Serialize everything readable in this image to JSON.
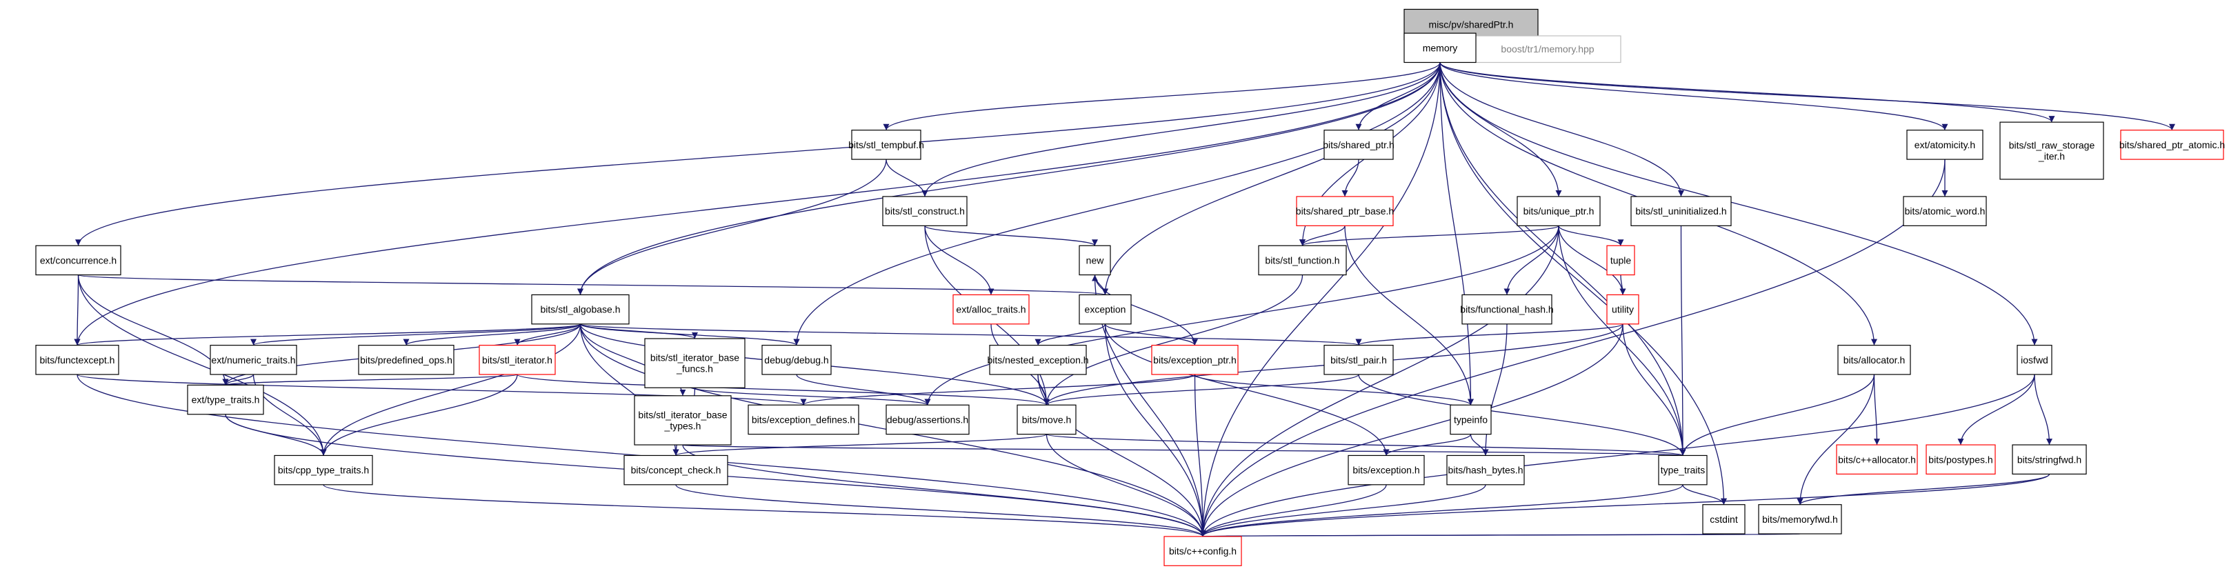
{
  "diagram": {
    "colors": {
      "edge": "#191970",
      "edge_light": "#a0a0a0",
      "node_border": "#000000",
      "node_missing_border": "#ff0000",
      "node_external_border": "#bfbfbf",
      "node_external_text": "#808080",
      "root_fill": "#bfbfbf",
      "node_fill": "#ffffff",
      "text": "#000000"
    },
    "nodes": [
      {
        "id": "root",
        "label": "misc/pv/sharedPtr.h",
        "style": "root"
      },
      {
        "id": "boost",
        "label": "boost/tr1/memory.hpp",
        "style": "external"
      },
      {
        "id": "memory",
        "label": "memory",
        "style": "normal"
      },
      {
        "id": "tempbuf",
        "label": "bits/stl_tempbuf.h",
        "style": "normal"
      },
      {
        "id": "sharedptrh",
        "label": "bits/shared_ptr.h",
        "style": "normal"
      },
      {
        "id": "atomicity",
        "label": "ext/atomicity.h",
        "style": "normal"
      },
      {
        "id": "rawstorage",
        "label": "bits/stl_raw_storage\n_iter.h",
        "style": "normal"
      },
      {
        "id": "sharedatomic",
        "label": "bits/shared_ptr_atomic.h",
        "style": "missing"
      },
      {
        "id": "construct",
        "label": "bits/stl_construct.h",
        "style": "normal"
      },
      {
        "id": "sharedbase",
        "label": "bits/shared_ptr_base.h",
        "style": "missing"
      },
      {
        "id": "uniqueptr",
        "label": "bits/unique_ptr.h",
        "style": "normal"
      },
      {
        "id": "uninit",
        "label": "bits/stl_uninitialized.h",
        "style": "normal"
      },
      {
        "id": "atomicword",
        "label": "bits/atomic_word.h",
        "style": "normal"
      },
      {
        "id": "concurrence",
        "label": "ext/concurrence.h",
        "style": "normal"
      },
      {
        "id": "new",
        "label": "new",
        "style": "normal"
      },
      {
        "id": "stlfunction",
        "label": "bits/stl_function.h",
        "style": "normal"
      },
      {
        "id": "tuple",
        "label": "tuple",
        "style": "missing"
      },
      {
        "id": "algobase",
        "label": "bits/stl_algobase.h",
        "style": "normal"
      },
      {
        "id": "exception",
        "label": "exception",
        "style": "normal"
      },
      {
        "id": "alloctraits",
        "label": "ext/alloc_traits.h",
        "style": "missing"
      },
      {
        "id": "funchash",
        "label": "bits/functional_hash.h",
        "style": "normal"
      },
      {
        "id": "utility",
        "label": "utility",
        "style": "missing"
      },
      {
        "id": "functexcept",
        "label": "bits/functexcept.h",
        "style": "normal"
      },
      {
        "id": "numerictraits",
        "label": "ext/numeric_traits.h",
        "style": "normal"
      },
      {
        "id": "predefops",
        "label": "bits/predefined_ops.h",
        "style": "normal"
      },
      {
        "id": "stliterator",
        "label": "bits/stl_iterator.h",
        "style": "missing"
      },
      {
        "id": "itbasefuncs",
        "label": "bits/stl_iterator_base\n_funcs.h",
        "style": "normal"
      },
      {
        "id": "debugh",
        "label": "debug/debug.h",
        "style": "normal"
      },
      {
        "id": "nestedexc",
        "label": "bits/nested_exception.h",
        "style": "normal"
      },
      {
        "id": "excptr",
        "label": "bits/exception_ptr.h",
        "style": "missing"
      },
      {
        "id": "stlpair",
        "label": "bits/stl_pair.h",
        "style": "normal"
      },
      {
        "id": "allocatorh",
        "label": "bits/allocator.h",
        "style": "normal"
      },
      {
        "id": "iosfwd",
        "label": "iosfwd",
        "style": "normal"
      },
      {
        "id": "typetraitsext",
        "label": "ext/type_traits.h",
        "style": "normal"
      },
      {
        "id": "itbasetypes",
        "label": "bits/stl_iterator_base\n_types.h",
        "style": "normal"
      },
      {
        "id": "excdefines",
        "label": "bits/exception_defines.h",
        "style": "normal"
      },
      {
        "id": "assertions",
        "label": "debug/assertions.h",
        "style": "normal"
      },
      {
        "id": "move",
        "label": "bits/move.h",
        "style": "normal"
      },
      {
        "id": "typeinfo",
        "label": "typeinfo",
        "style": "normal"
      },
      {
        "id": "cppalloc",
        "label": "bits/c++allocator.h",
        "style": "missing"
      },
      {
        "id": "postypes",
        "label": "bits/postypes.h",
        "style": "missing"
      },
      {
        "id": "stringfwd",
        "label": "bits/stringfwd.h",
        "style": "normal"
      },
      {
        "id": "cpptypetraits",
        "label": "bits/cpp_type_traits.h",
        "style": "normal"
      },
      {
        "id": "conceptcheck",
        "label": "bits/concept_check.h",
        "style": "normal"
      },
      {
        "id": "bitsexception",
        "label": "bits/exception.h",
        "style": "normal"
      },
      {
        "id": "hashbytes",
        "label": "bits/hash_bytes.h",
        "style": "normal"
      },
      {
        "id": "typetraits",
        "label": "type_traits",
        "style": "normal"
      },
      {
        "id": "cstdint",
        "label": "cstdint",
        "style": "normal"
      },
      {
        "id": "memoryfwd",
        "label": "bits/memoryfwd.h",
        "style": "normal"
      },
      {
        "id": "cppconfig",
        "label": "bits/c++config.h",
        "style": "missing"
      }
    ],
    "edges": [
      [
        "root",
        "memory"
      ],
      [
        "root",
        "boost"
      ],
      [
        "memory",
        "tempbuf"
      ],
      [
        "memory",
        "sharedptrh"
      ],
      [
        "memory",
        "atomicity"
      ],
      [
        "memory",
        "rawstorage"
      ],
      [
        "memory",
        "sharedatomic"
      ],
      [
        "memory",
        "construct"
      ],
      [
        "memory",
        "uniqueptr"
      ],
      [
        "memory",
        "uninit"
      ],
      [
        "memory",
        "concurrence"
      ],
      [
        "memory",
        "stlfunction"
      ],
      [
        "memory",
        "algobase"
      ],
      [
        "memory",
        "exception"
      ],
      [
        "memory",
        "functexcept"
      ],
      [
        "memory",
        "debugh"
      ],
      [
        "memory",
        "typeinfo"
      ],
      [
        "memory",
        "allocatorh"
      ],
      [
        "memory",
        "iosfwd"
      ],
      [
        "memory",
        "typetraits"
      ],
      [
        "memory",
        "cstdint"
      ],
      [
        "memory",
        "cppconfig"
      ],
      [
        "tempbuf",
        "construct"
      ],
      [
        "tempbuf",
        "algobase"
      ],
      [
        "sharedptrh",
        "sharedbase"
      ],
      [
        "sharedbase",
        "stlfunction"
      ],
      [
        "sharedbase",
        "typeinfo"
      ],
      [
        "atomicity",
        "atomicword"
      ],
      [
        "atomicity",
        "cppconfig"
      ],
      [
        "construct",
        "new"
      ],
      [
        "construct",
        "alloctraits"
      ],
      [
        "construct",
        "move"
      ],
      [
        "uniqueptr",
        "stlfunction"
      ],
      [
        "uniqueptr",
        "tuple"
      ],
      [
        "uniqueptr",
        "funchash"
      ],
      [
        "uniqueptr",
        "utility"
      ],
      [
        "uniqueptr",
        "typetraits"
      ],
      [
        "uniqueptr",
        "assertions"
      ],
      [
        "uniqueptr",
        "cppconfig"
      ],
      [
        "uninit",
        "typetraits"
      ],
      [
        "concurrence",
        "exception"
      ],
      [
        "concurrence",
        "functexcept"
      ],
      [
        "concurrence",
        "typetraitsext"
      ],
      [
        "concurrence",
        "cpptypetraits"
      ],
      [
        "new",
        "exception"
      ],
      [
        "new",
        "cppconfig"
      ],
      [
        "stlfunction",
        "move"
      ],
      [
        "tuple",
        "utility"
      ],
      [
        "algobase",
        "functexcept"
      ],
      [
        "algobase",
        "numerictraits"
      ],
      [
        "algobase",
        "predefops"
      ],
      [
        "algobase",
        "stliterator"
      ],
      [
        "algobase",
        "itbasefuncs"
      ],
      [
        "algobase",
        "debugh"
      ],
      [
        "algobase",
        "stlpair"
      ],
      [
        "algobase",
        "typetraitsext"
      ],
      [
        "algobase",
        "itbasetypes"
      ],
      [
        "algobase",
        "move"
      ],
      [
        "algobase",
        "cpptypetraits"
      ],
      [
        "algobase",
        "conceptcheck"
      ],
      [
        "algobase",
        "cppconfig"
      ],
      [
        "exception",
        "nestedexc"
      ],
      [
        "exception",
        "excptr"
      ],
      [
        "exception",
        "bitsexception"
      ],
      [
        "exception",
        "cppconfig"
      ],
      [
        "alloctraits",
        "move"
      ],
      [
        "funchash",
        "hashbytes"
      ],
      [
        "utility",
        "stlpair"
      ],
      [
        "utility",
        "move"
      ],
      [
        "utility",
        "typetraits"
      ],
      [
        "utility",
        "cppconfig"
      ],
      [
        "functexcept",
        "excdefines"
      ],
      [
        "functexcept",
        "cppconfig"
      ],
      [
        "numerictraits",
        "typetraitsext"
      ],
      [
        "numerictraits",
        "cpptypetraits"
      ],
      [
        "stliterator",
        "typetraitsext"
      ],
      [
        "stliterator",
        "move"
      ],
      [
        "stliterator",
        "cpptypetraits"
      ],
      [
        "itbasefuncs",
        "assertions"
      ],
      [
        "itbasefuncs",
        "conceptcheck"
      ],
      [
        "debugh",
        "assertions"
      ],
      [
        "nestedexc",
        "move"
      ],
      [
        "nestedexc",
        "cppconfig"
      ],
      [
        "excptr",
        "new"
      ],
      [
        "excptr",
        "excdefines"
      ],
      [
        "excptr",
        "typeinfo"
      ],
      [
        "excptr",
        "cppconfig"
      ],
      [
        "stlpair",
        "move"
      ],
      [
        "stlpair",
        "typetraits"
      ],
      [
        "allocatorh",
        "typetraits"
      ],
      [
        "allocatorh",
        "cppalloc"
      ],
      [
        "allocatorh",
        "memoryfwd"
      ],
      [
        "iosfwd",
        "postypes"
      ],
      [
        "iosfwd",
        "stringfwd"
      ],
      [
        "iosfwd",
        "cppconfig"
      ],
      [
        "typetraitsext",
        "cpptypetraits"
      ],
      [
        "typetraitsext",
        "cppconfig"
      ],
      [
        "itbasetypes",
        "typetraits"
      ],
      [
        "itbasetypes",
        "cppconfig"
      ],
      [
        "move",
        "conceptcheck"
      ],
      [
        "move",
        "typetraits"
      ],
      [
        "move",
        "cppconfig"
      ],
      [
        "typeinfo",
        "bitsexception"
      ],
      [
        "typeinfo",
        "hashbytes"
      ],
      [
        "stringfwd",
        "memoryfwd"
      ],
      [
        "stringfwd",
        "cppconfig"
      ],
      [
        "cpptypetraits",
        "cppconfig"
      ],
      [
        "conceptcheck",
        "cppconfig"
      ],
      [
        "bitsexception",
        "cppconfig"
      ],
      [
        "hashbytes",
        "cppconfig"
      ],
      [
        "typetraits",
        "cstdint"
      ],
      [
        "typetraits",
        "cppconfig"
      ],
      [
        "cstdint",
        "cppconfig"
      ],
      [
        "memoryfwd",
        "cppconfig"
      ]
    ]
  }
}
